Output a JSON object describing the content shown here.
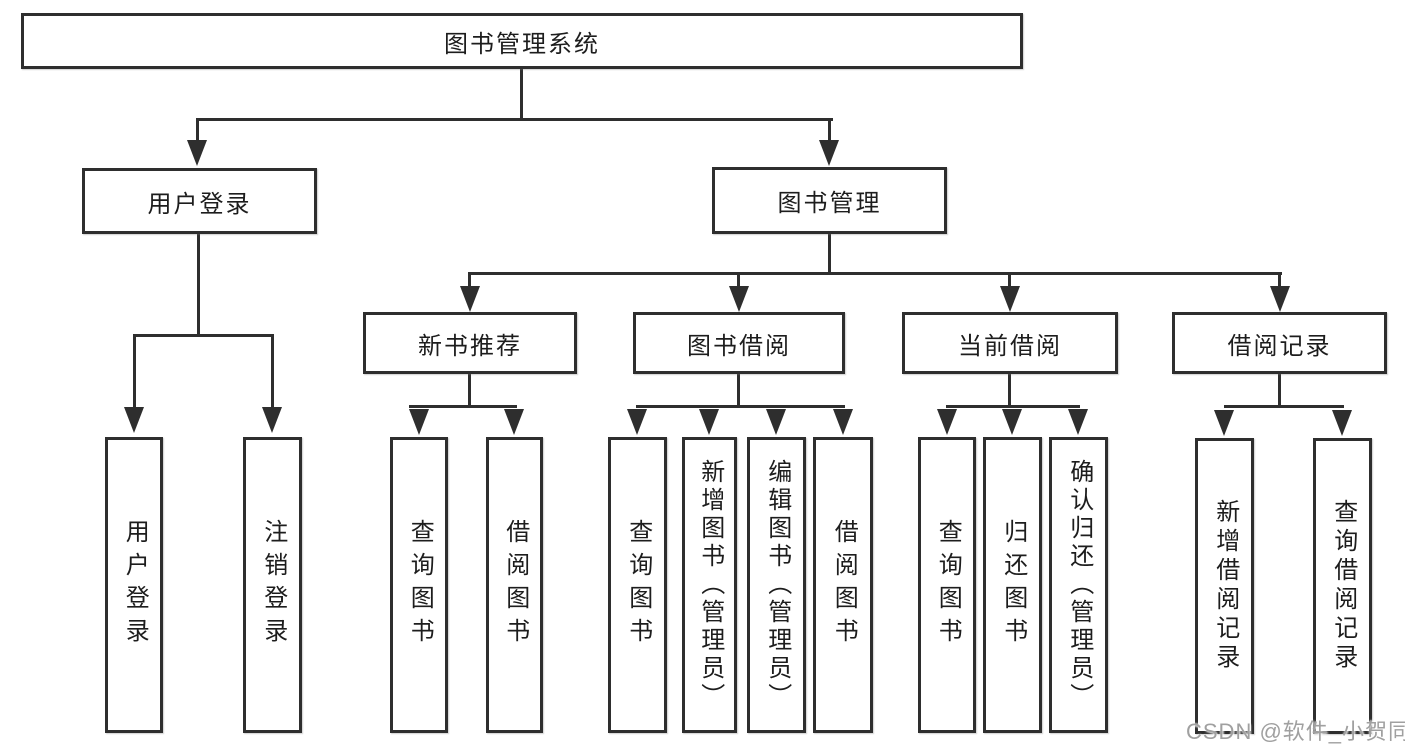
{
  "diagram": {
    "title": "图书管理系统",
    "branches": [
      {
        "label": "用户登录",
        "children": [
          {
            "label": "用户登录"
          },
          {
            "label": "注销登录"
          }
        ]
      },
      {
        "label": "图书管理",
        "children": [
          {
            "label": "新书推荐",
            "children": [
              {
                "label": "查询图书"
              },
              {
                "label": "借阅图书"
              }
            ]
          },
          {
            "label": "图书借阅",
            "children": [
              {
                "label": "查询图书"
              },
              {
                "label": "新增图书（管理员）"
              },
              {
                "label": "编辑图书（管理员）"
              },
              {
                "label": "借阅图书"
              }
            ]
          },
          {
            "label": "当前借阅",
            "children": [
              {
                "label": "查询图书"
              },
              {
                "label": "归还图书"
              },
              {
                "label": "确认归还（管理员）"
              }
            ]
          },
          {
            "label": "借阅记录",
            "children": [
              {
                "label": "新增借阅记录"
              },
              {
                "label": "查询借阅记录"
              }
            ]
          }
        ]
      }
    ]
  },
  "watermark": "CSDN @软件_小贺同学",
  "colors": {
    "line": "#2e2e2e",
    "text": "#1d1d1d",
    "watermark": "#a0a0a0",
    "background": "#ffffff"
  }
}
